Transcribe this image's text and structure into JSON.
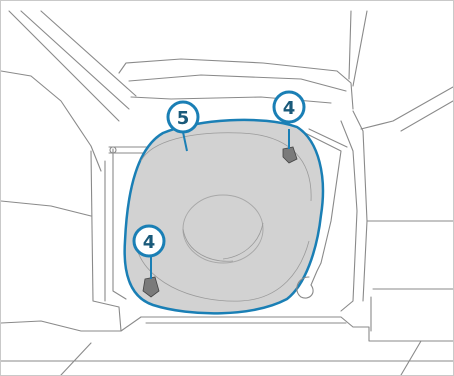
{
  "diagram": {
    "callouts": [
      {
        "id": "5",
        "text": "5"
      },
      {
        "id": "4a",
        "text": "4"
      },
      {
        "id": "4b",
        "text": "4"
      }
    ],
    "colors": {
      "callout_ring": "#1a7fb5",
      "callout_fill": "#ffffff",
      "callout_text": "#1a5a7a",
      "wheel_fill": "#d2d2d2",
      "wheel_outline": "#1a7fb5",
      "line_art": "#8a8a8a"
    },
    "icons": [
      "spare-wheel",
      "tie-down-strap",
      "wing-nut"
    ]
  }
}
